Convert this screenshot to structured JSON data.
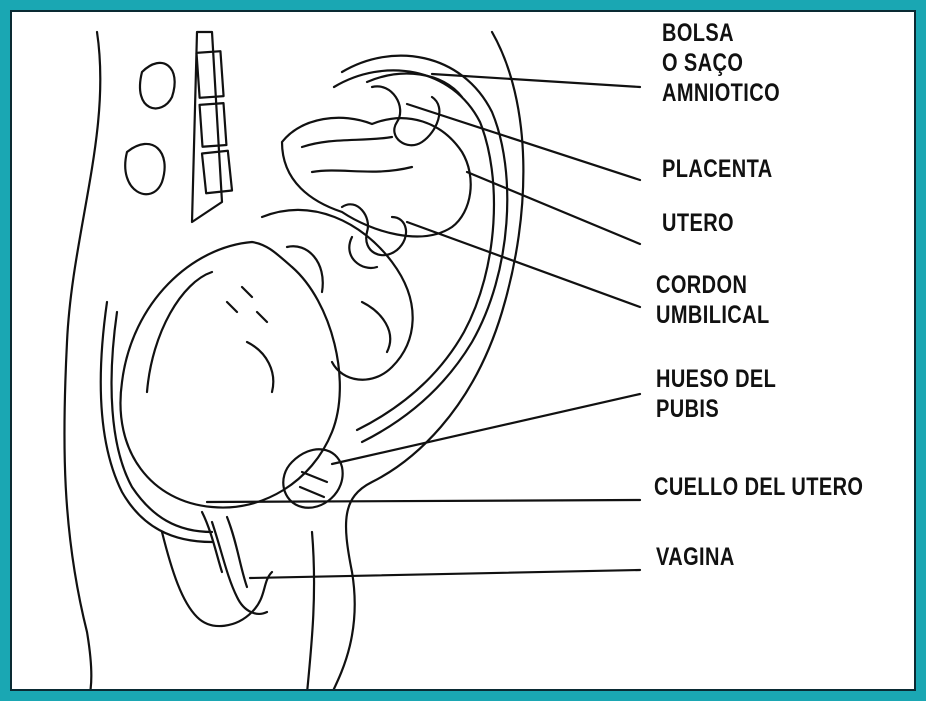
{
  "labels": {
    "bolsa": [
      "BOLSA",
      "O SAÇO",
      "AMNIOTICO"
    ],
    "placenta": "PLACENTA",
    "utero": "UTERO",
    "cordon": [
      "CORDON",
      "UMBILICAL"
    ],
    "hueso": [
      "HUESO DEL",
      "PUBIS"
    ],
    "cuello": "CUELLO DEL UTERO",
    "vagina": "VAGINA"
  },
  "colors": {
    "border": "#1aa7b3",
    "background": "#ffffff",
    "ink": "#111111"
  }
}
